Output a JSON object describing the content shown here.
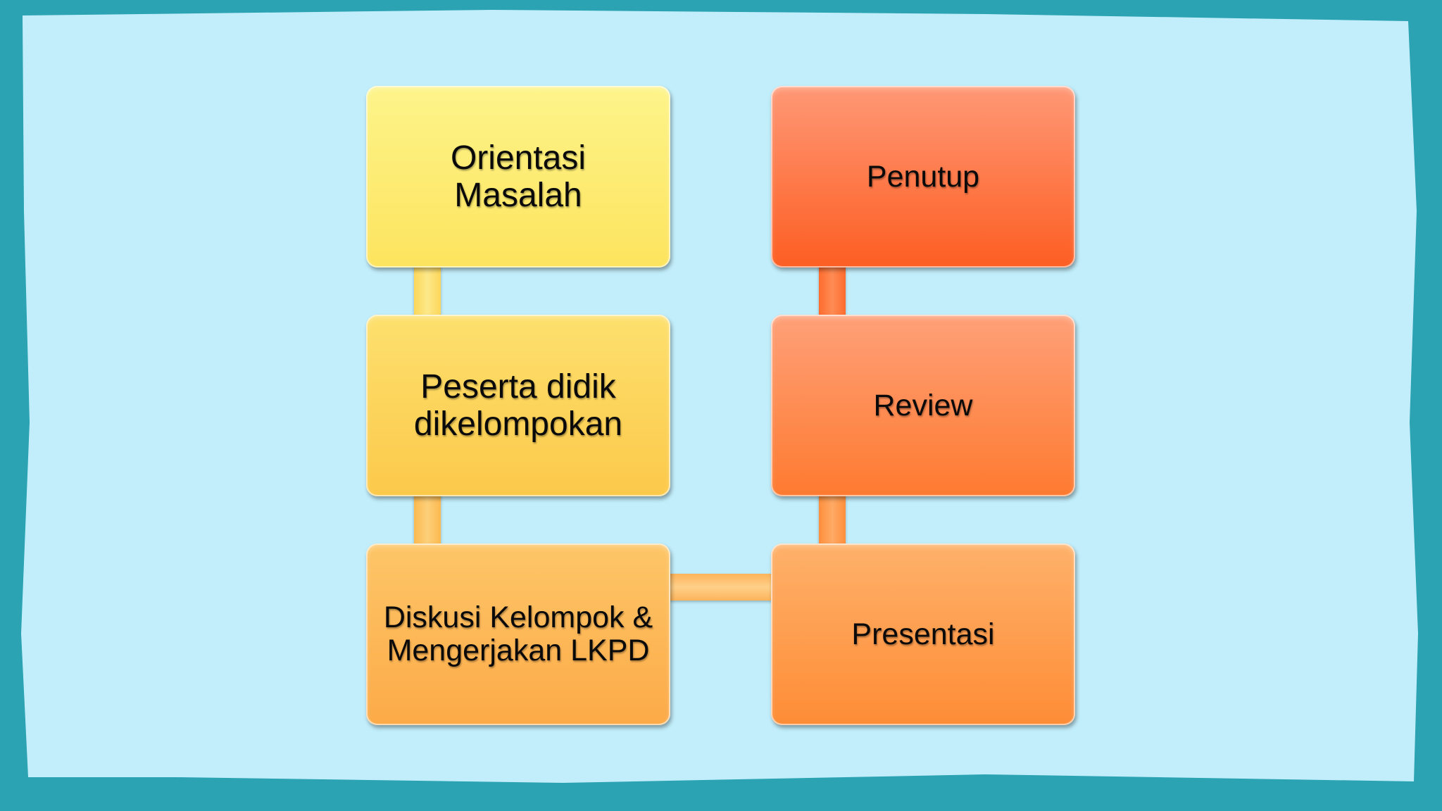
{
  "diagram": {
    "left_column": [
      {
        "label": "Orientasi Masalah"
      },
      {
        "label": "Peserta didik dikelompokan"
      },
      {
        "label": "Diskusi Kelompok & Mengerjakan LKPD"
      }
    ],
    "right_column": [
      {
        "label": "Penutup"
      },
      {
        "label": "Review"
      },
      {
        "label": "Presentasi"
      }
    ]
  },
  "colors": {
    "background_panel": "#c2eefb",
    "frame": "#2ba3b3",
    "box_yellow_top": "#fdf27c",
    "box_yellow_mid": "#fdd553",
    "box_orange_light": "#fdb654",
    "box_orange_mid": "#fe963f",
    "box_orange_dark": "#fe6d2a"
  }
}
